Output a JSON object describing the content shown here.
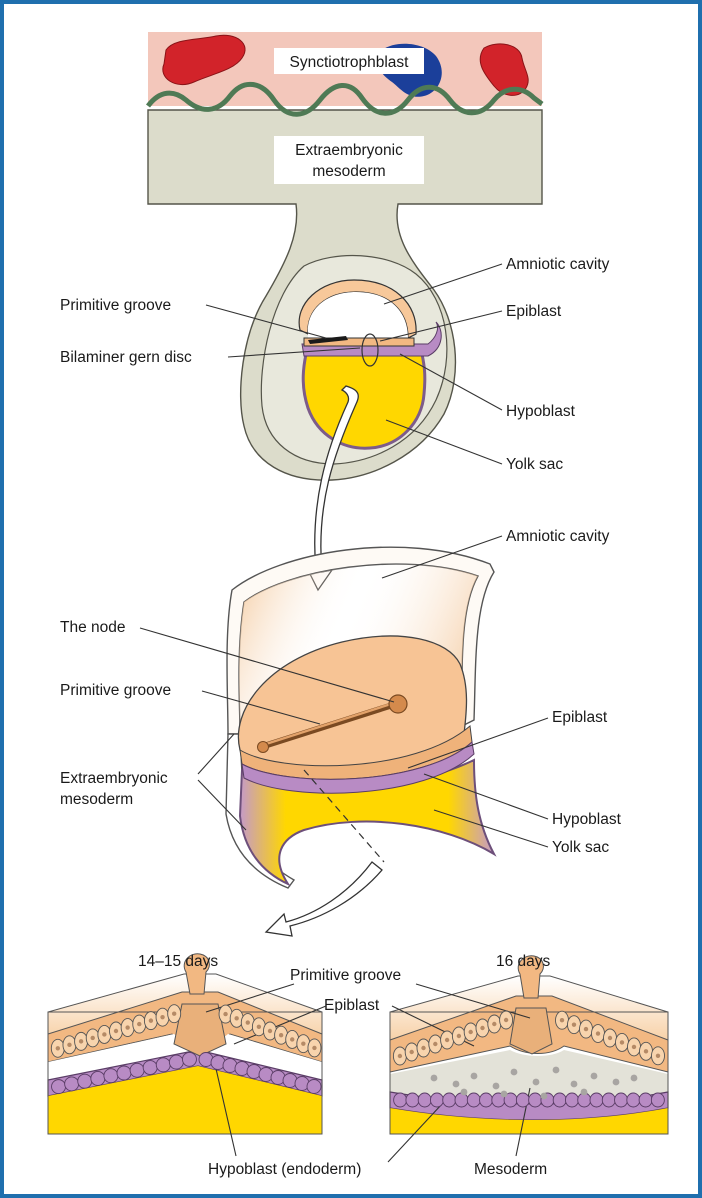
{
  "labels": {
    "syncytiotrophoblast": "Synctiotrophblast",
    "extraembryonic_mesoderm_top_line1": "Extraembryonic",
    "extraembryonic_mesoderm_top_line2": "mesoderm",
    "amniotic_cavity_top": "Amniotic cavity",
    "primitive_groove_top": "Primitive groove",
    "epiblast_top": "Epiblast",
    "bilaminar_disc": "Bilaminer gern disc",
    "hypoblast_top": "Hypoblast",
    "yolk_sac_top": "Yolk sac",
    "amniotic_cavity_mid": "Amniotic cavity",
    "the_node": "The node",
    "primitive_groove_mid": "Primitive groove",
    "epiblast_mid": "Epiblast",
    "extraembryonic_mesoderm_mid_line1": "Extraembryonic",
    "extraembryonic_mesoderm_mid_line2": "mesoderm",
    "hypoblast_mid": "Hypoblast",
    "yolk_sac_mid": "Yolk sac",
    "days_14_15": "14–15 days",
    "days_16": "16 days",
    "primitive_groove_bottom": "Primitive groove",
    "epiblast_bottom": "Epiblast",
    "hypoblast_endoderm": "Hypoblast (endoderm)",
    "mesoderm_bottom": "Mesoderm"
  },
  "colors": {
    "frame_border": "#1f6fae",
    "endometrium": "#f3c7bb",
    "blood_red": "#d2232a",
    "blood_blue": "#1b3f9a",
    "villus_line": "#4f7a55",
    "mesoderm_gray": "#dcdccb",
    "amnion_peach": "#f7c89a",
    "epiblast_tan": "#f2b882",
    "hypoblast_purple": "#b88bc4",
    "yolk_yellow": "#ffd700",
    "mesoderm_cells": "#a8a5a2"
  }
}
